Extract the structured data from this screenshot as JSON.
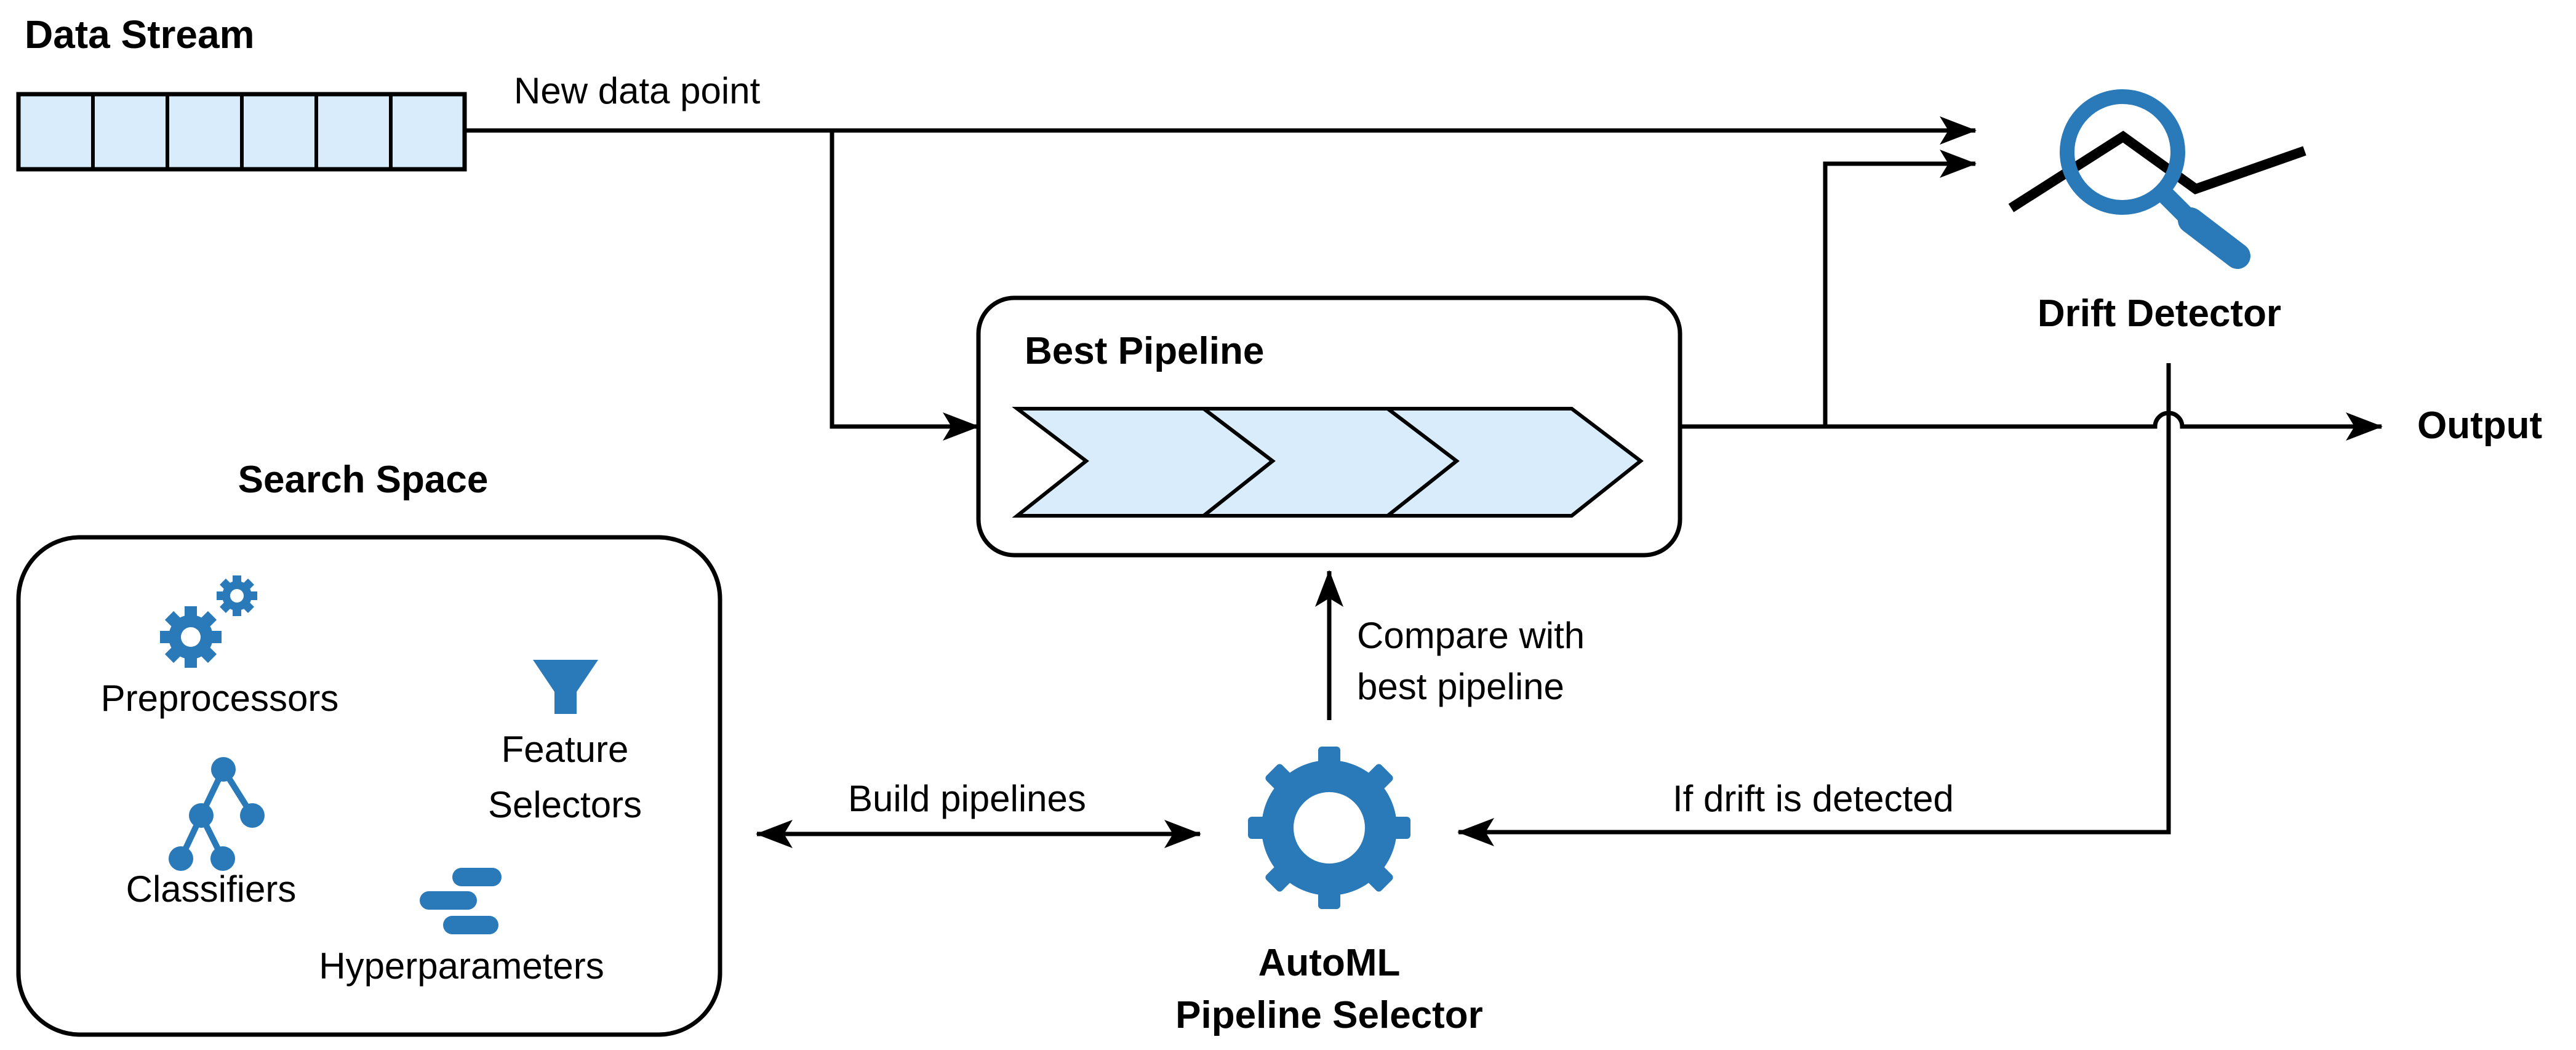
{
  "colors": {
    "accent": "#2a7ab9",
    "cell_fill": "#d9ecfb",
    "stroke": "#000000"
  },
  "data_stream": {
    "title": "Data Stream",
    "cell_count": 6
  },
  "edges": {
    "new_data_point": "New data point",
    "compare": [
      "Compare with",
      "best pipeline"
    ],
    "build_pipelines": "Build pipelines",
    "if_drift": "If drift is detected"
  },
  "best_pipeline": {
    "title": "Best Pipeline",
    "stage_count": 3
  },
  "drift_detector": {
    "title": "Drift Detector",
    "icon": "magnifier-drift-icon"
  },
  "output": {
    "label": "Output"
  },
  "search_space": {
    "title": "Search Space",
    "items": [
      {
        "label": [
          "Preprocessors"
        ],
        "icon": "gears-icon"
      },
      {
        "label": [
          "Feature",
          "Selectors"
        ],
        "icon": "funnel-icon"
      },
      {
        "label": [
          "Classifiers"
        ],
        "icon": "tree-icon"
      },
      {
        "label": [
          "Hyperparameters"
        ],
        "icon": "sliders-icon"
      }
    ]
  },
  "selector": {
    "title": [
      "AutoML",
      "Pipeline Selector"
    ],
    "icon": "gear-icon"
  }
}
